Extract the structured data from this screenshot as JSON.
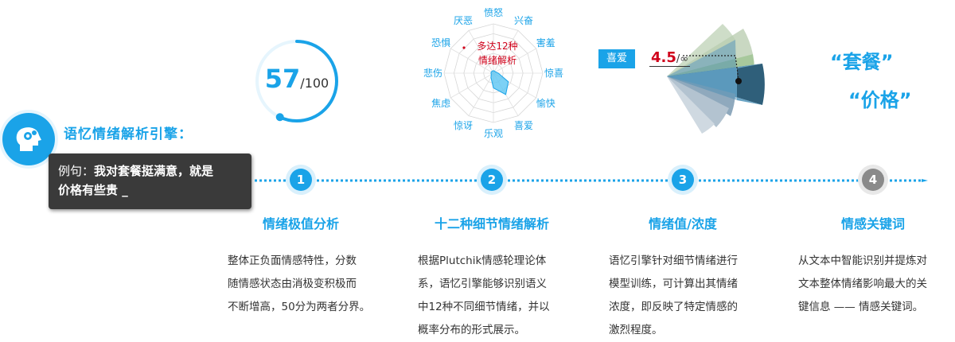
{
  "engine": {
    "title": "语忆情绪解析引擎："
  },
  "example": {
    "prefix": "例句：",
    "text_line1": "我对套餐挺满意，就是",
    "text_line2": "价格有些贵 _"
  },
  "score": {
    "value": "57",
    "total": "/100",
    "fraction": 0.57
  },
  "radar": {
    "labels": [
      "愤怒",
      "兴奋",
      "害羞",
      "惊喜",
      "愉快",
      "喜爱",
      "乐观",
      "惊讶",
      "焦虑",
      "悲伤",
      "恐惧",
      "厌恶"
    ],
    "annotation_line1": "多达12种",
    "annotation_line2": "情绪解析",
    "values": [
      0.05,
      0.05,
      0.05,
      0.1,
      0.35,
      0.5,
      0.3,
      0.1,
      0.05,
      0.05,
      0.05,
      0.05
    ]
  },
  "intensity": {
    "emotion": "喜爱",
    "value": "4.5",
    "unit": "/∞"
  },
  "keywords": {
    "kw1": "“套餐”",
    "kw2": "“价格”"
  },
  "steps": [
    {
      "num": "1",
      "title": "情绪极值分析",
      "desc": [
        "整体正负面情感特性，分数",
        "随情感状态由消极变积极而",
        "不断增高，50分为两者分界。"
      ]
    },
    {
      "num": "2",
      "title": "十二种细节情绪解析",
      "desc": [
        "根据Plutchik情感轮理论体",
        "系，语忆引擎能够识别语义",
        "中12种不同细节情绪，并以",
        "概率分布的形式展示。"
      ]
    },
    {
      "num": "3",
      "title": "情绪值/浓度",
      "desc": [
        "语忆引擎针对细节情绪进行",
        "模型训练，可计算出其情绪",
        "浓度，即反映了特定情感的",
        "激烈程度。"
      ]
    },
    {
      "num": "4",
      "title": "情感关键词",
      "desc": [
        "从文本中智能识别并提炼对",
        "文本整体情绪影响最大的关",
        "键信息 —— 情感关键词。"
      ]
    }
  ],
  "colors": {
    "accent": "#1aa3e8",
    "dark_box": "#3a3a3a",
    "alert": "#d0021b"
  }
}
